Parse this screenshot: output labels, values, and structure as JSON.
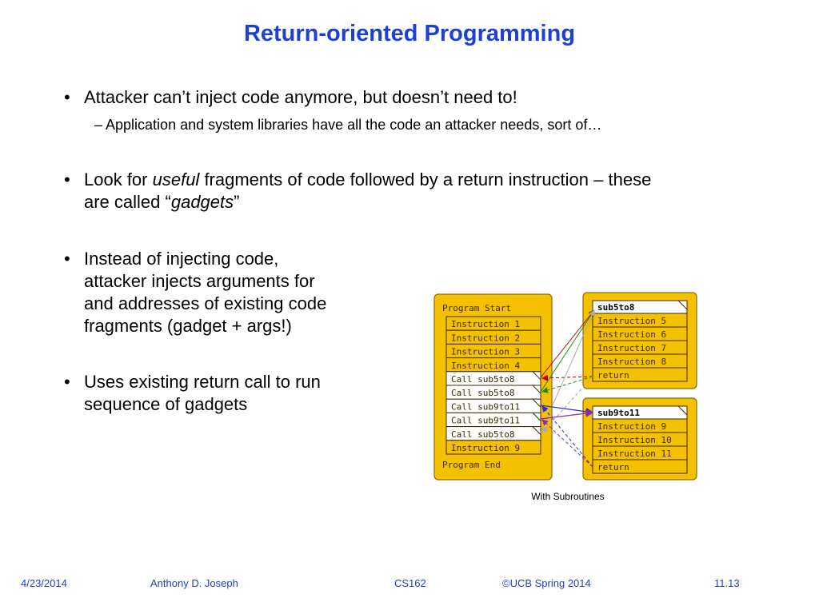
{
  "slide": {
    "title": "Return-oriented Programming",
    "bullets": [
      {
        "text": "Attacker can’t inject code anymore, but doesn’t need to!"
      },
      {
        "sub": "– Application and system libraries have all the code an attacker needs, sort of…"
      },
      {
        "line1_before": "Look for ",
        "line1_em": "useful",
        "line1_after": " fragments of code followed by a return instruction – these",
        "line2_before": "are called “",
        "line2_em": "gadgets",
        "line2_after": "”"
      },
      {
        "lines": [
          "Instead of injecting code,",
          "attacker injects arguments for",
          "and addresses of existing code",
          "fragments (gadget + args!)"
        ]
      },
      {
        "lines": [
          "Uses existing return call to run",
          "sequence of gadgets"
        ]
      }
    ]
  },
  "diagram": {
    "caption": "With Subroutines",
    "main": {
      "header": "Program Start",
      "rows": [
        "Instruction 1",
        "Instruction 2",
        "Instruction 3",
        "Instruction 4",
        "Call sub5to8",
        "Call sub5to8",
        "Call sub9to11",
        "Call sub9to11",
        "Call sub5to8",
        "Instruction 9"
      ],
      "footer": "Program End"
    },
    "sub1": {
      "title": "sub5to8",
      "rows": [
        "Instruction 5",
        "Instruction 6",
        "Instruction 7",
        "Instruction 8",
        "return"
      ]
    },
    "sub2": {
      "title": "sub9to11",
      "rows": [
        "Instruction 9",
        "Instruction 10",
        "Instruction 11",
        "return"
      ]
    },
    "colors": {
      "box_fill": "#f5c000",
      "box_stroke": "#8a6d00",
      "arrow_red": "#c00000",
      "arrow_green": "#1e8a1e",
      "arrow_blue": "#2b2bd0",
      "arrow_purple": "#8a2bb0",
      "arrow_gray": "#aaaaaa"
    }
  },
  "footer": {
    "date": "4/23/2014",
    "author": "Anthony D. Joseph",
    "course": "CS162",
    "copyright": "©UCB Spring 2014",
    "page": "11.13"
  }
}
